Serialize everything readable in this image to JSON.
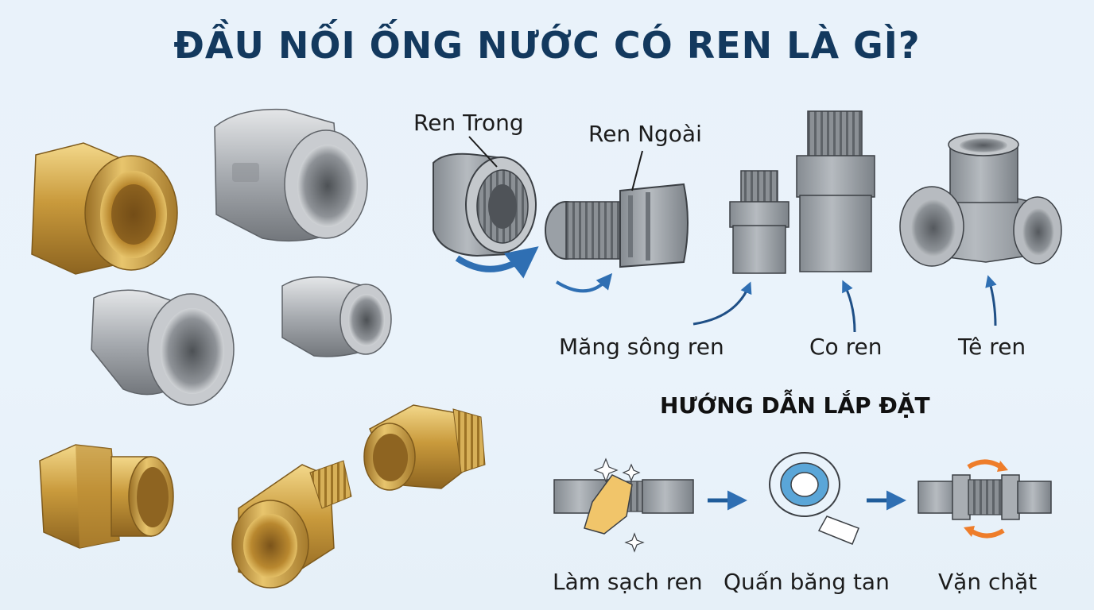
{
  "title": "ĐẦU NỐI ỐNG NƯỚC CÓ REN LÀ GÌ?",
  "diagram": {
    "inner_thread_label": "Ren Trong",
    "outer_thread_label": "Ren Ngoài"
  },
  "fittings": [
    {
      "label": "Măng sông ren"
    },
    {
      "label": "Co ren"
    },
    {
      "label": "Tê ren"
    }
  ],
  "install": {
    "heading": "HƯỚNG DẪN LẮP ĐẶT",
    "steps": [
      {
        "label": "Làm sạch ren"
      },
      {
        "label": "Quấn băng tan"
      },
      {
        "label": "Vặn chặt"
      }
    ]
  },
  "colors": {
    "title": "#13395e",
    "arrow": "#2f6fb3",
    "brass": "#c9a24a",
    "steel": "#a9acb0",
    "pvc": "#9aa0a6",
    "background": "#e9f2fa"
  }
}
